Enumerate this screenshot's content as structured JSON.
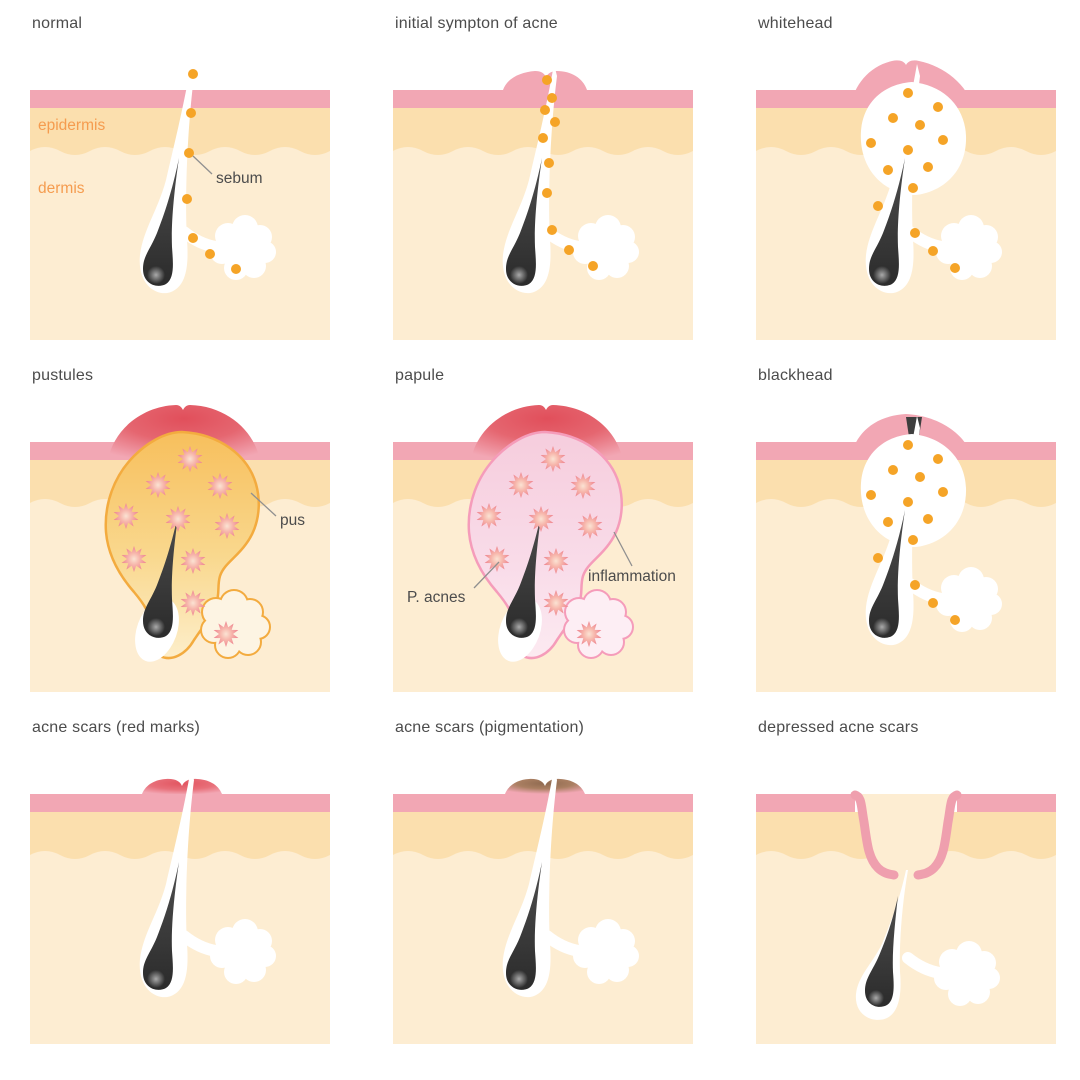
{
  "diagram_name": "acne-formation-stages",
  "panels": [
    {
      "title": "normal",
      "variant": "normal",
      "layer_labels": {
        "epidermis": "epidermis",
        "dermis": "dermis"
      },
      "labels": [
        {
          "text": "sebum"
        }
      ]
    },
    {
      "title": "initial sympton of acne",
      "variant": "initial",
      "labels": []
    },
    {
      "title": "whitehead",
      "variant": "whitehead",
      "labels": []
    },
    {
      "title": "pustules",
      "variant": "pustule",
      "labels": [
        {
          "text": "pus"
        }
      ]
    },
    {
      "title": "papule",
      "variant": "papule",
      "labels": [
        {
          "text": "P. acnes"
        },
        {
          "text": "inflammation"
        }
      ]
    },
    {
      "title": "blackhead",
      "variant": "blackhead",
      "labels": []
    },
    {
      "title": "acne scars (red marks)",
      "variant": "scar_red",
      "labels": []
    },
    {
      "title": "acne scars (pigmentation)",
      "variant": "scar_pigment",
      "labels": []
    },
    {
      "title": "depressed acne scars",
      "variant": "scar_depressed",
      "labels": []
    }
  ],
  "colors": {
    "background": "#ffffff",
    "skin_bar": "#f2a7b4",
    "epidermis": "#fbdfae",
    "dermis": "#fdedd2",
    "sebum_dot": "#f5a427",
    "hair_dark": "#2b2b2b",
    "hair_mid": "#4e4e4e",
    "hair_shine": "#b0b0b0",
    "follicle_white": "#ffffff",
    "pus_top": "#f7bf5c",
    "pus_mid": "#f9d88e",
    "pus_bottom": "#fdeeca",
    "pus_outline": "#f3ab3f",
    "papule_top": "#f6cddd",
    "papule_bottom": "#fceaf1",
    "papule_outline": "#f59cba",
    "inflamed_red": "#e14f5b",
    "scar_red": "#e25560",
    "pigment_brown": "#8f6a50",
    "bacteria_outer": "#ee8591",
    "bacteria_inner": "#fbe3d3",
    "blackhead_plug": "#3e3e3e",
    "title_text": "#4c4c4c",
    "layer_label_text": "#f59c4f",
    "label_text": "#4c4c4c",
    "label_line": "#909090"
  }
}
